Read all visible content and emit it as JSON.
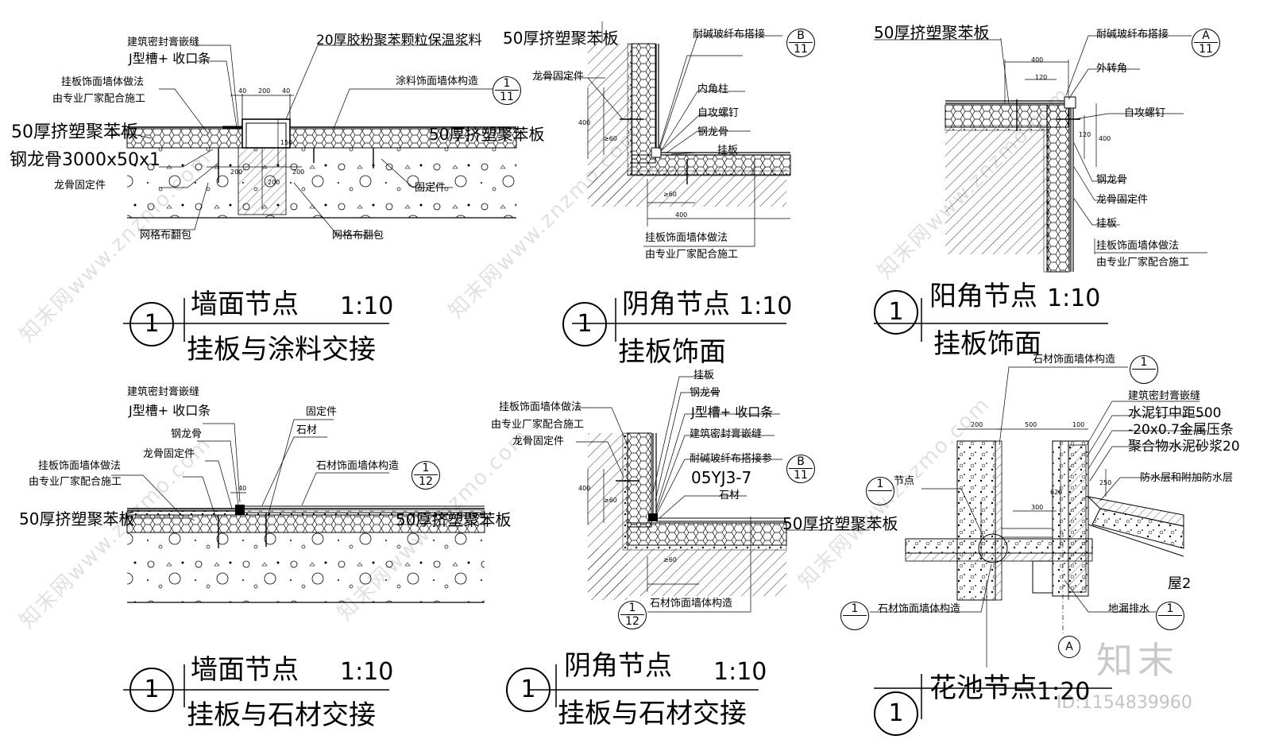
{
  "panels": [
    {
      "title": "墙面节点",
      "scale": "1:10",
      "subtitle": "挂板与涂料交接",
      "marker": "1",
      "labels": [
        "建筑密封膏嵌缝",
        "J型槽+ 收口条",
        "挂板饰面墙体做法",
        "由专业厂家配合施工",
        "50厚挤塑聚苯板",
        "钢龙骨3000x50x1",
        "龙骨固定件",
        "网格布翻包",
        "20厚胶粉聚苯颗粒保温浆料",
        "涂料饰面墙体构造",
        "50厚挤塑聚苯板",
        "固定件",
        "网格布翻包"
      ],
      "ref": {
        "top": "1",
        "bottom": "11"
      },
      "dims": [
        "40",
        "200",
        "40",
        "150",
        "200",
        "200",
        "200"
      ]
    },
    {
      "title": "阴角节点",
      "scale": "1:10",
      "subtitle": "挂板饰面",
      "marker": "1",
      "labels": [
        "50厚挤塑聚苯板",
        "耐碱玻纤布搭接",
        "龙骨固定件",
        "内角柱",
        "自攻螺钉",
        "钢龙骨",
        "挂板",
        "挂板饰面墙体做法",
        "由专业厂家配合施工"
      ],
      "ref": {
        "top": "B",
        "bottom": "11"
      },
      "dims": [
        "400",
        "≥60",
        "≥60",
        "400"
      ]
    },
    {
      "title": "阳角节点",
      "scale": "1:10",
      "subtitle": "挂板饰面",
      "marker": "1",
      "labels": [
        "50厚挤塑聚苯板",
        "耐碱玻纤布搭接",
        "外转角",
        "自攻螺钉",
        "钢龙骨",
        "龙骨固定件",
        "挂板",
        "挂板饰面墙体做法",
        "由专业厂家配合施工"
      ],
      "ref": {
        "top": "A",
        "bottom": "11"
      },
      "dims": [
        "400",
        "120",
        "120",
        "400"
      ]
    },
    {
      "title": "墙面节点",
      "scale": "1:10",
      "subtitle": "挂板与石材交接",
      "marker": "1",
      "labels": [
        "建筑密封膏嵌缝",
        "J型槽+ 收口条",
        "钢龙骨",
        "龙骨固定件",
        "挂板饰面墙体做法",
        "由专业厂家配合施工",
        "50厚挤塑聚苯板",
        "固定件",
        "石材",
        "石材饰面墙体构造",
        "50厚挤塑聚苯板"
      ],
      "ref": {
        "top": "1",
        "bottom": "12"
      },
      "dims": [
        "40"
      ]
    },
    {
      "title": "阴角节点",
      "scale": "1:10",
      "subtitle": "挂板与石材交接",
      "marker": "1",
      "labels": [
        "挂板饰面墙体做法",
        "由专业厂家配合施工",
        "龙骨固定件",
        "挂板",
        "钢龙骨",
        "J型槽+ 收口条",
        "建筑密封膏嵌缝",
        "耐碱玻纤布搭接参",
        "05YJ3-7",
        "石材",
        "50厚挤塑聚苯板",
        "石材饰面墙体构造"
      ],
      "ref": {
        "top": "B",
        "bottom": "11"
      },
      "ref2": {
        "top": "1",
        "bottom": "12"
      },
      "dims": [
        "400",
        "≥60",
        "≥60"
      ]
    },
    {
      "title": "花池节点",
      "scale": "1:20",
      "marker": "1",
      "labels": [
        "石材饰面墙体构造",
        "建筑密封膏嵌缝",
        "水泥钉中距500",
        "-20x0.7金属压条",
        "聚合物水泥砂浆20",
        "防水层和附加防水层",
        "节点",
        "石材饰面墙体构造",
        "地漏排水",
        "屋2"
      ],
      "ref_top": {
        "top": "1",
        "bottom": ""
      },
      "ref_left": {
        "top": "1",
        "bottom": ""
      },
      "ref_bl": {
        "top": "1",
        "bottom": ""
      },
      "ref_br": {
        "top": "1",
        "bottom": ""
      },
      "axis": "A",
      "dims": [
        "200",
        "500",
        "100",
        "300",
        "620",
        "250"
      ]
    }
  ],
  "watermark": {
    "text": "知末网www.znzmo.com",
    "logo": "知末",
    "id": "ID:1154839960"
  },
  "colors": {
    "line": "#000000",
    "hatch": "#000000",
    "watermark": "#c8c8c8"
  }
}
